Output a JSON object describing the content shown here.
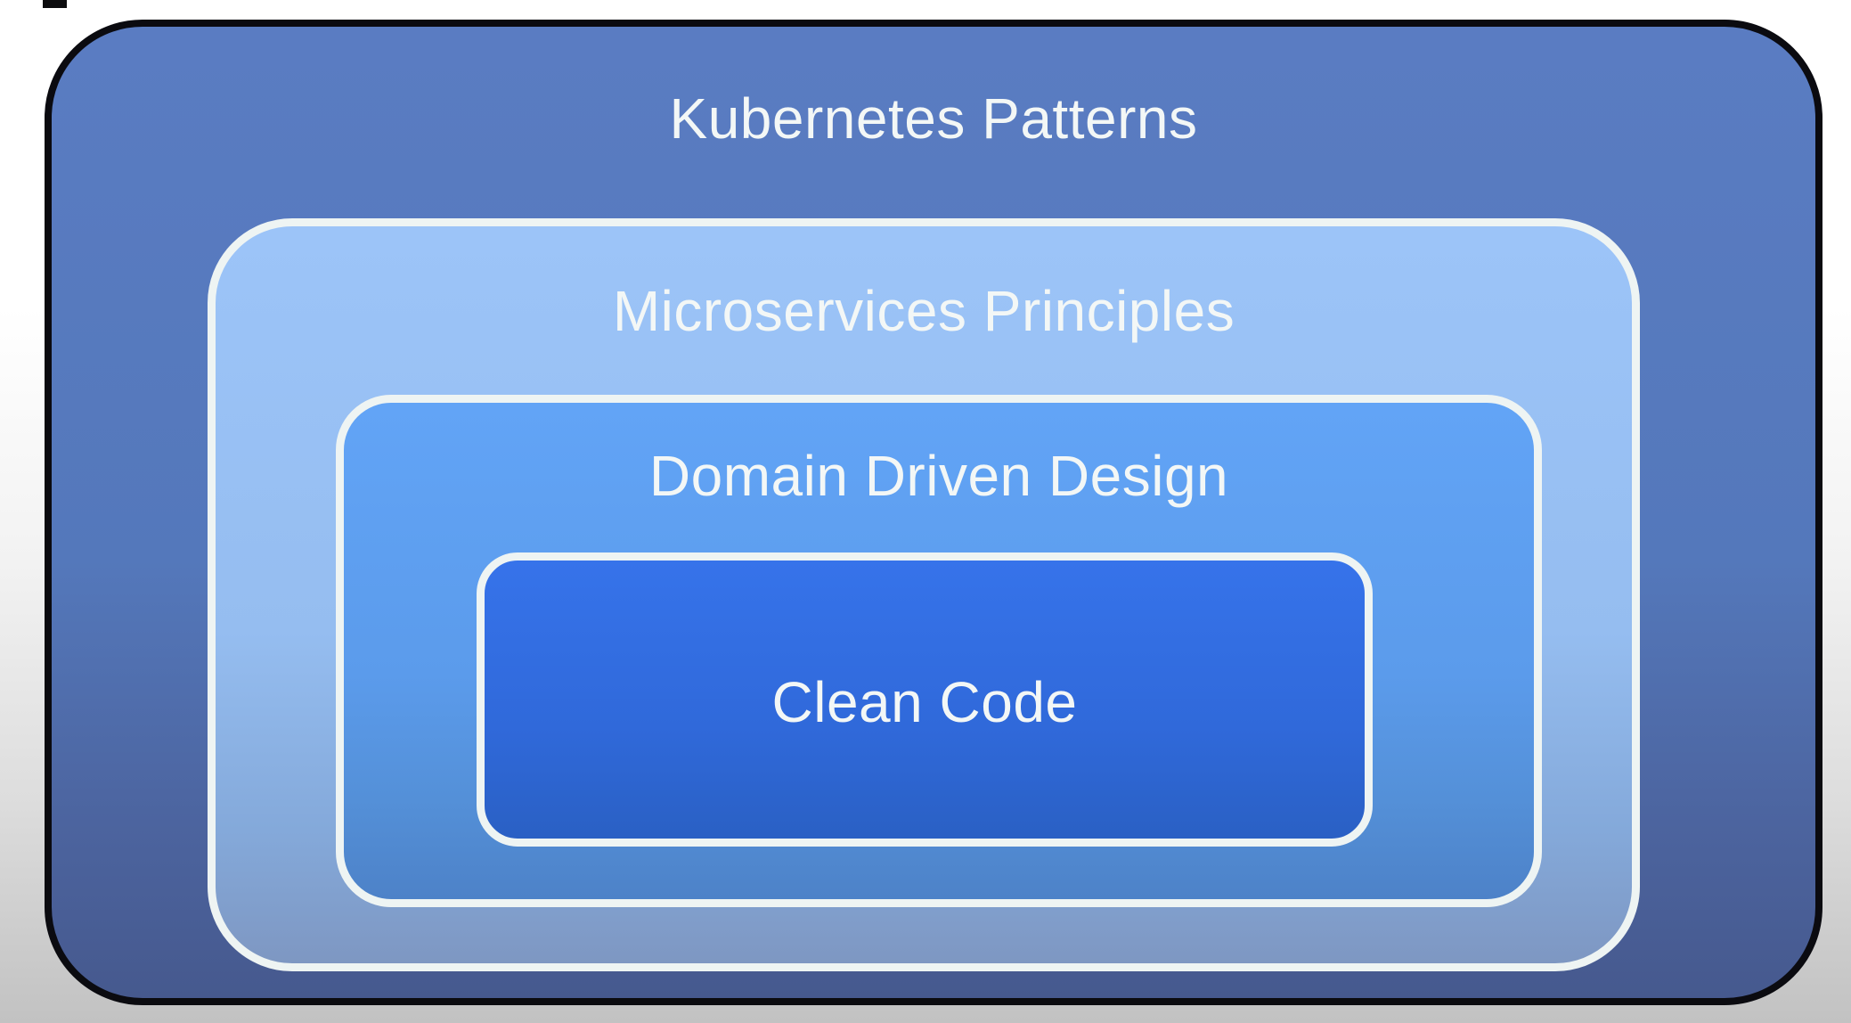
{
  "page": {
    "background_top_color": "#ffffff",
    "background_bottom_color": "#c2c2c2",
    "top_left_cropped_mark_color": "#0c0c0e"
  },
  "diagram": {
    "type": "nested-layers",
    "description": "Concentric rounded rectangles, outermost to innermost",
    "text_color": "#f3f7f6",
    "layers": [
      {
        "label": "Kubernetes Patterns",
        "fill_top": "#5a7cc2",
        "fill_bottom": "#46598e",
        "border_color": "#0b0b10"
      },
      {
        "label": "Microservices Principles",
        "fill_top": "#9cc4f8",
        "fill_bottom": "#7e97c2",
        "border_color": "#eef4f3"
      },
      {
        "label": "Domain Driven Design",
        "fill_top": "#62a4f6",
        "fill_bottom": "#4d82c8",
        "border_color": "#eef4f3"
      },
      {
        "label": "Clean Code",
        "fill_top": "#3673ea",
        "fill_bottom": "#2a60c4",
        "border_color": "#eef4f3"
      }
    ]
  }
}
